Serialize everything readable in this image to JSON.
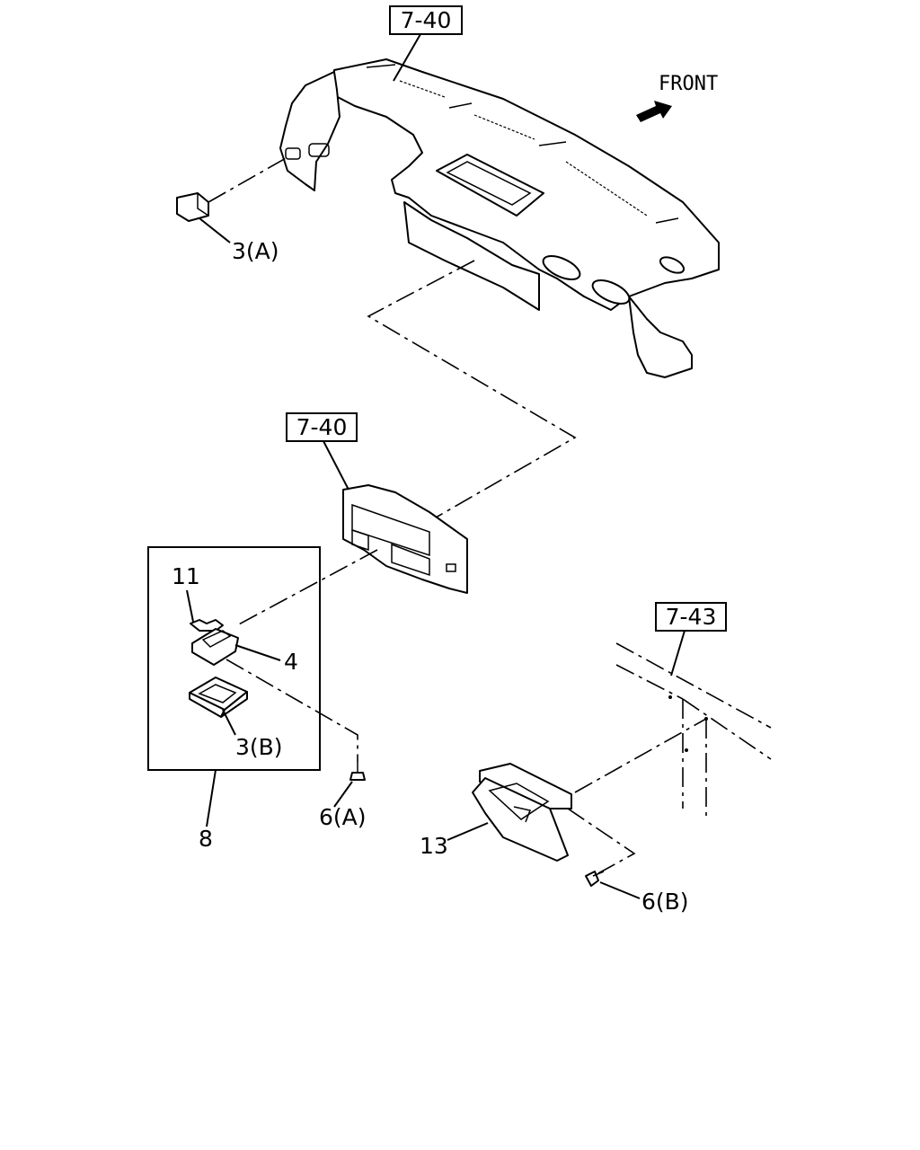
{
  "diagram": {
    "references": {
      "ref_top": "7-40",
      "ref_mid": "7-40",
      "ref_right": "7-43"
    },
    "front_label": "FRONT",
    "callouts": {
      "part_3a": "3(A)",
      "part_11": "11",
      "part_4": "4",
      "part_3b": "3(B)",
      "part_8": "8",
      "part_6a": "6(A)",
      "part_13": "13",
      "part_6b": "6(B)"
    }
  }
}
